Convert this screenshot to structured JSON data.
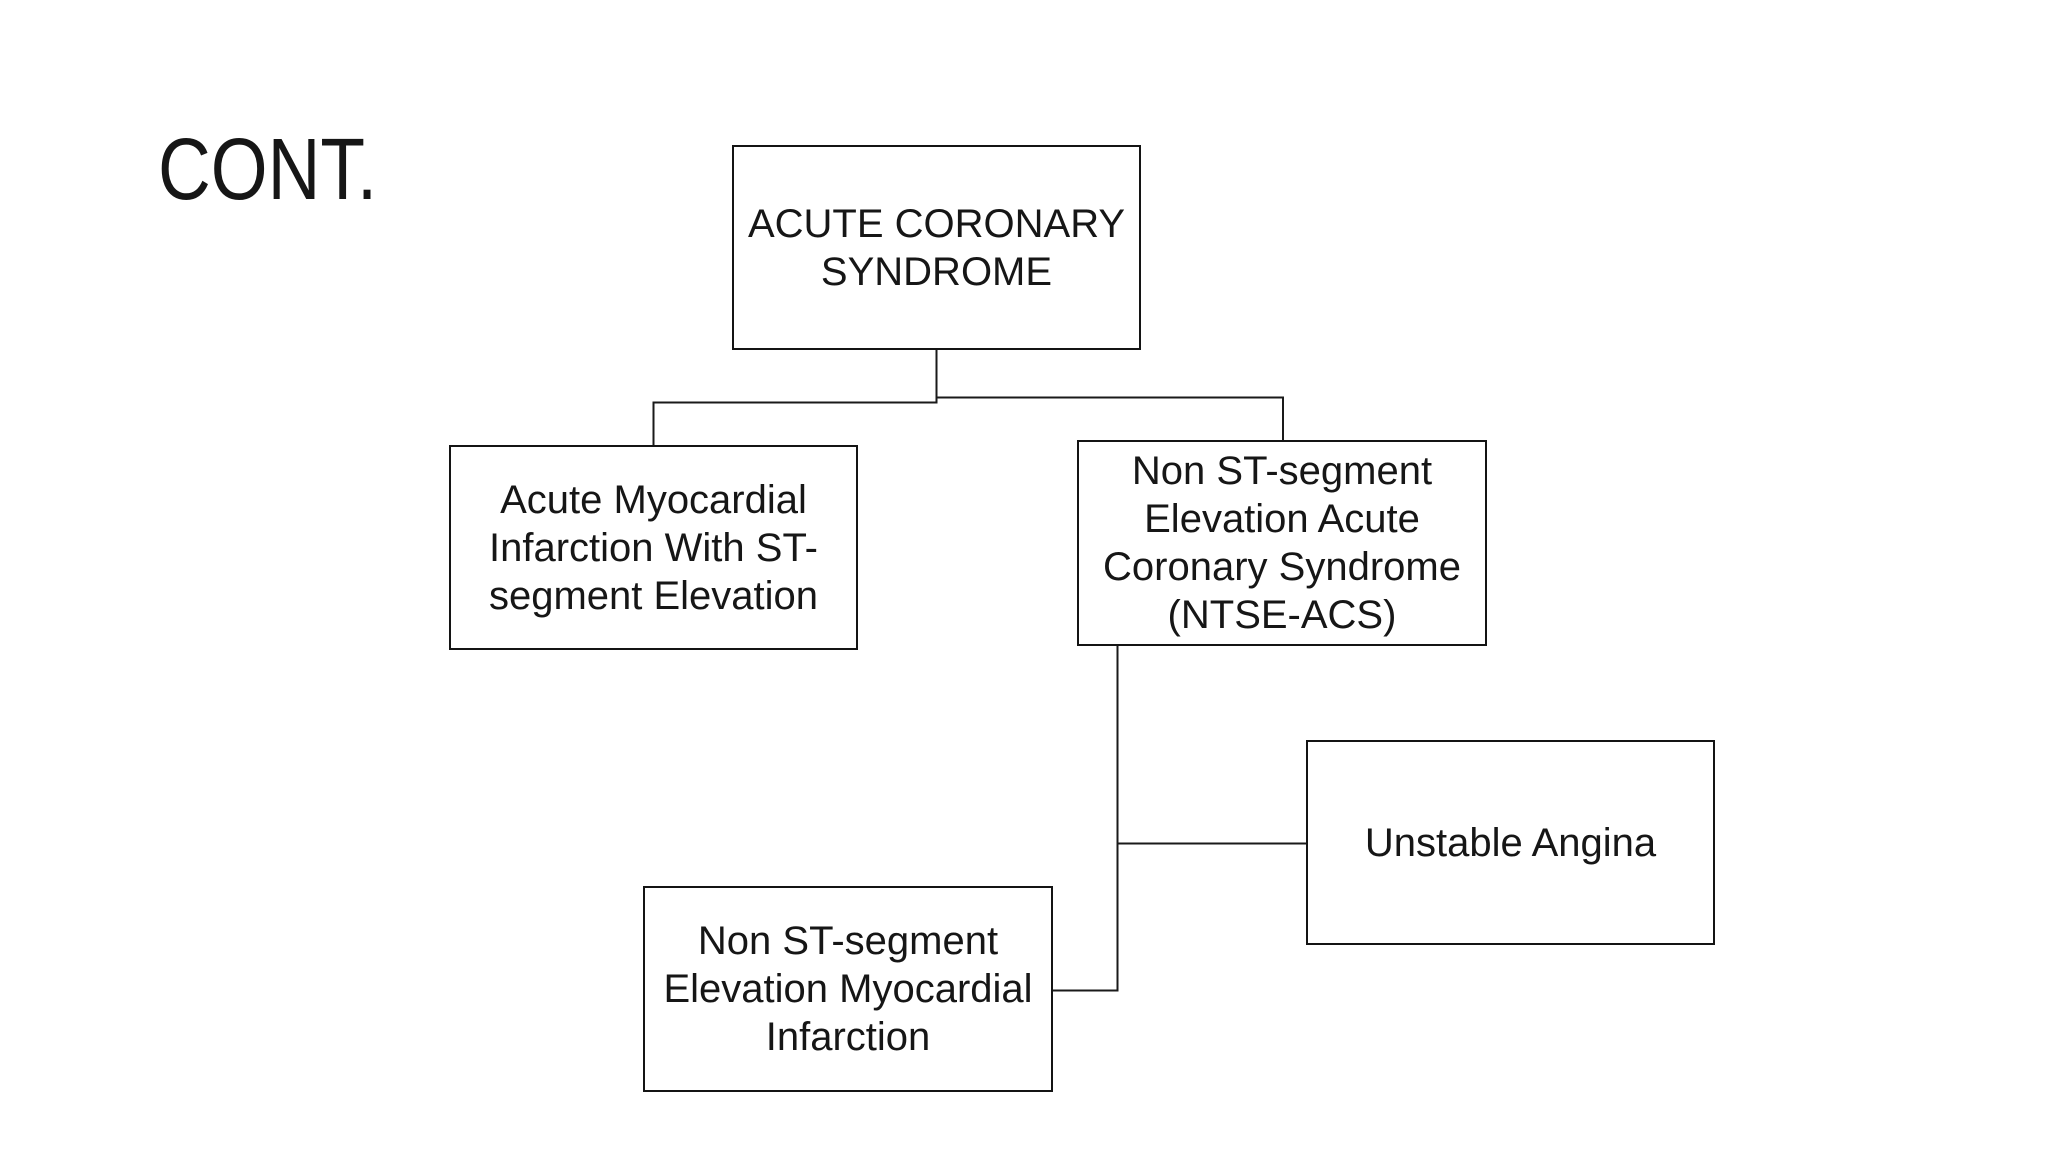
{
  "slide": {
    "title": "CONT."
  },
  "diagram": {
    "nodes": [
      {
        "id": "acute-coronary-syndrome",
        "label": "ACUTE CORONARY\nSYNDROME"
      },
      {
        "id": "ami-st-elevation",
        "label": "Acute Myocardial\nInfarction With ST-\nsegment Elevation"
      },
      {
        "id": "ntse-acs",
        "label": "Non ST-segment\nElevation Acute\nCoronary Syndrome\n(NTSE-ACS)"
      },
      {
        "id": "unstable-angina",
        "label": "Unstable Angina"
      },
      {
        "id": "nstemi",
        "label": "Non ST-segment\nElevation Myocardial\nInfarction"
      }
    ],
    "edges": [
      {
        "from": "acute-coronary-syndrome",
        "to": "ami-st-elevation"
      },
      {
        "from": "acute-coronary-syndrome",
        "to": "ntse-acs"
      },
      {
        "from": "ntse-acs",
        "to": "unstable-angina"
      },
      {
        "from": "ntse-acs",
        "to": "nstemi"
      }
    ]
  },
  "colors": {
    "background": "#ffffff",
    "box_border": "#141414",
    "connector": "#1a1a1a",
    "text": "#161616"
  }
}
